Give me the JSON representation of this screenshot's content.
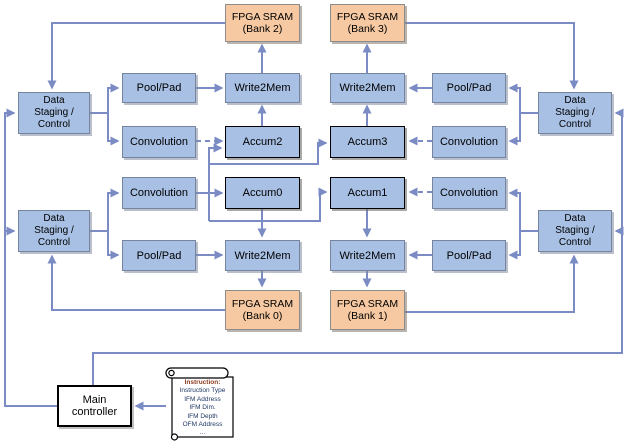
{
  "colors": {
    "block_blue": "#a8c0e4",
    "block_orange": "#f6c9a2",
    "connector_blue": "#7b8cc4",
    "accum_border_black": "#000000",
    "scroll_title_red": "#8b3a1e",
    "scroll_field_navy": "#1f3864"
  },
  "blocks": {
    "data_staging_control": "Data\nStaging /\nControl",
    "pool_pad": "Pool/Pad",
    "write2mem": "Write2Mem",
    "convolution": "Convolution",
    "accum0": "Accum0",
    "accum1": "Accum1",
    "accum2": "Accum2",
    "accum3": "Accum3",
    "main_controller": "Main\ncontroller"
  },
  "sram_banks": {
    "bank0": "FPGA SRAM\n(Bank 0)",
    "bank1": "FPGA SRAM\n(Bank 1)",
    "bank2": "FPGA SRAM\n(Bank 2)",
    "bank3": "FPGA SRAM\n(Bank 3)"
  },
  "instruction_scroll": {
    "title": "Instruction:",
    "fields": [
      "Instruction Type",
      "IFM Address",
      "IFM Dim.",
      "IFM Depth",
      "OFM Address",
      "..."
    ]
  }
}
